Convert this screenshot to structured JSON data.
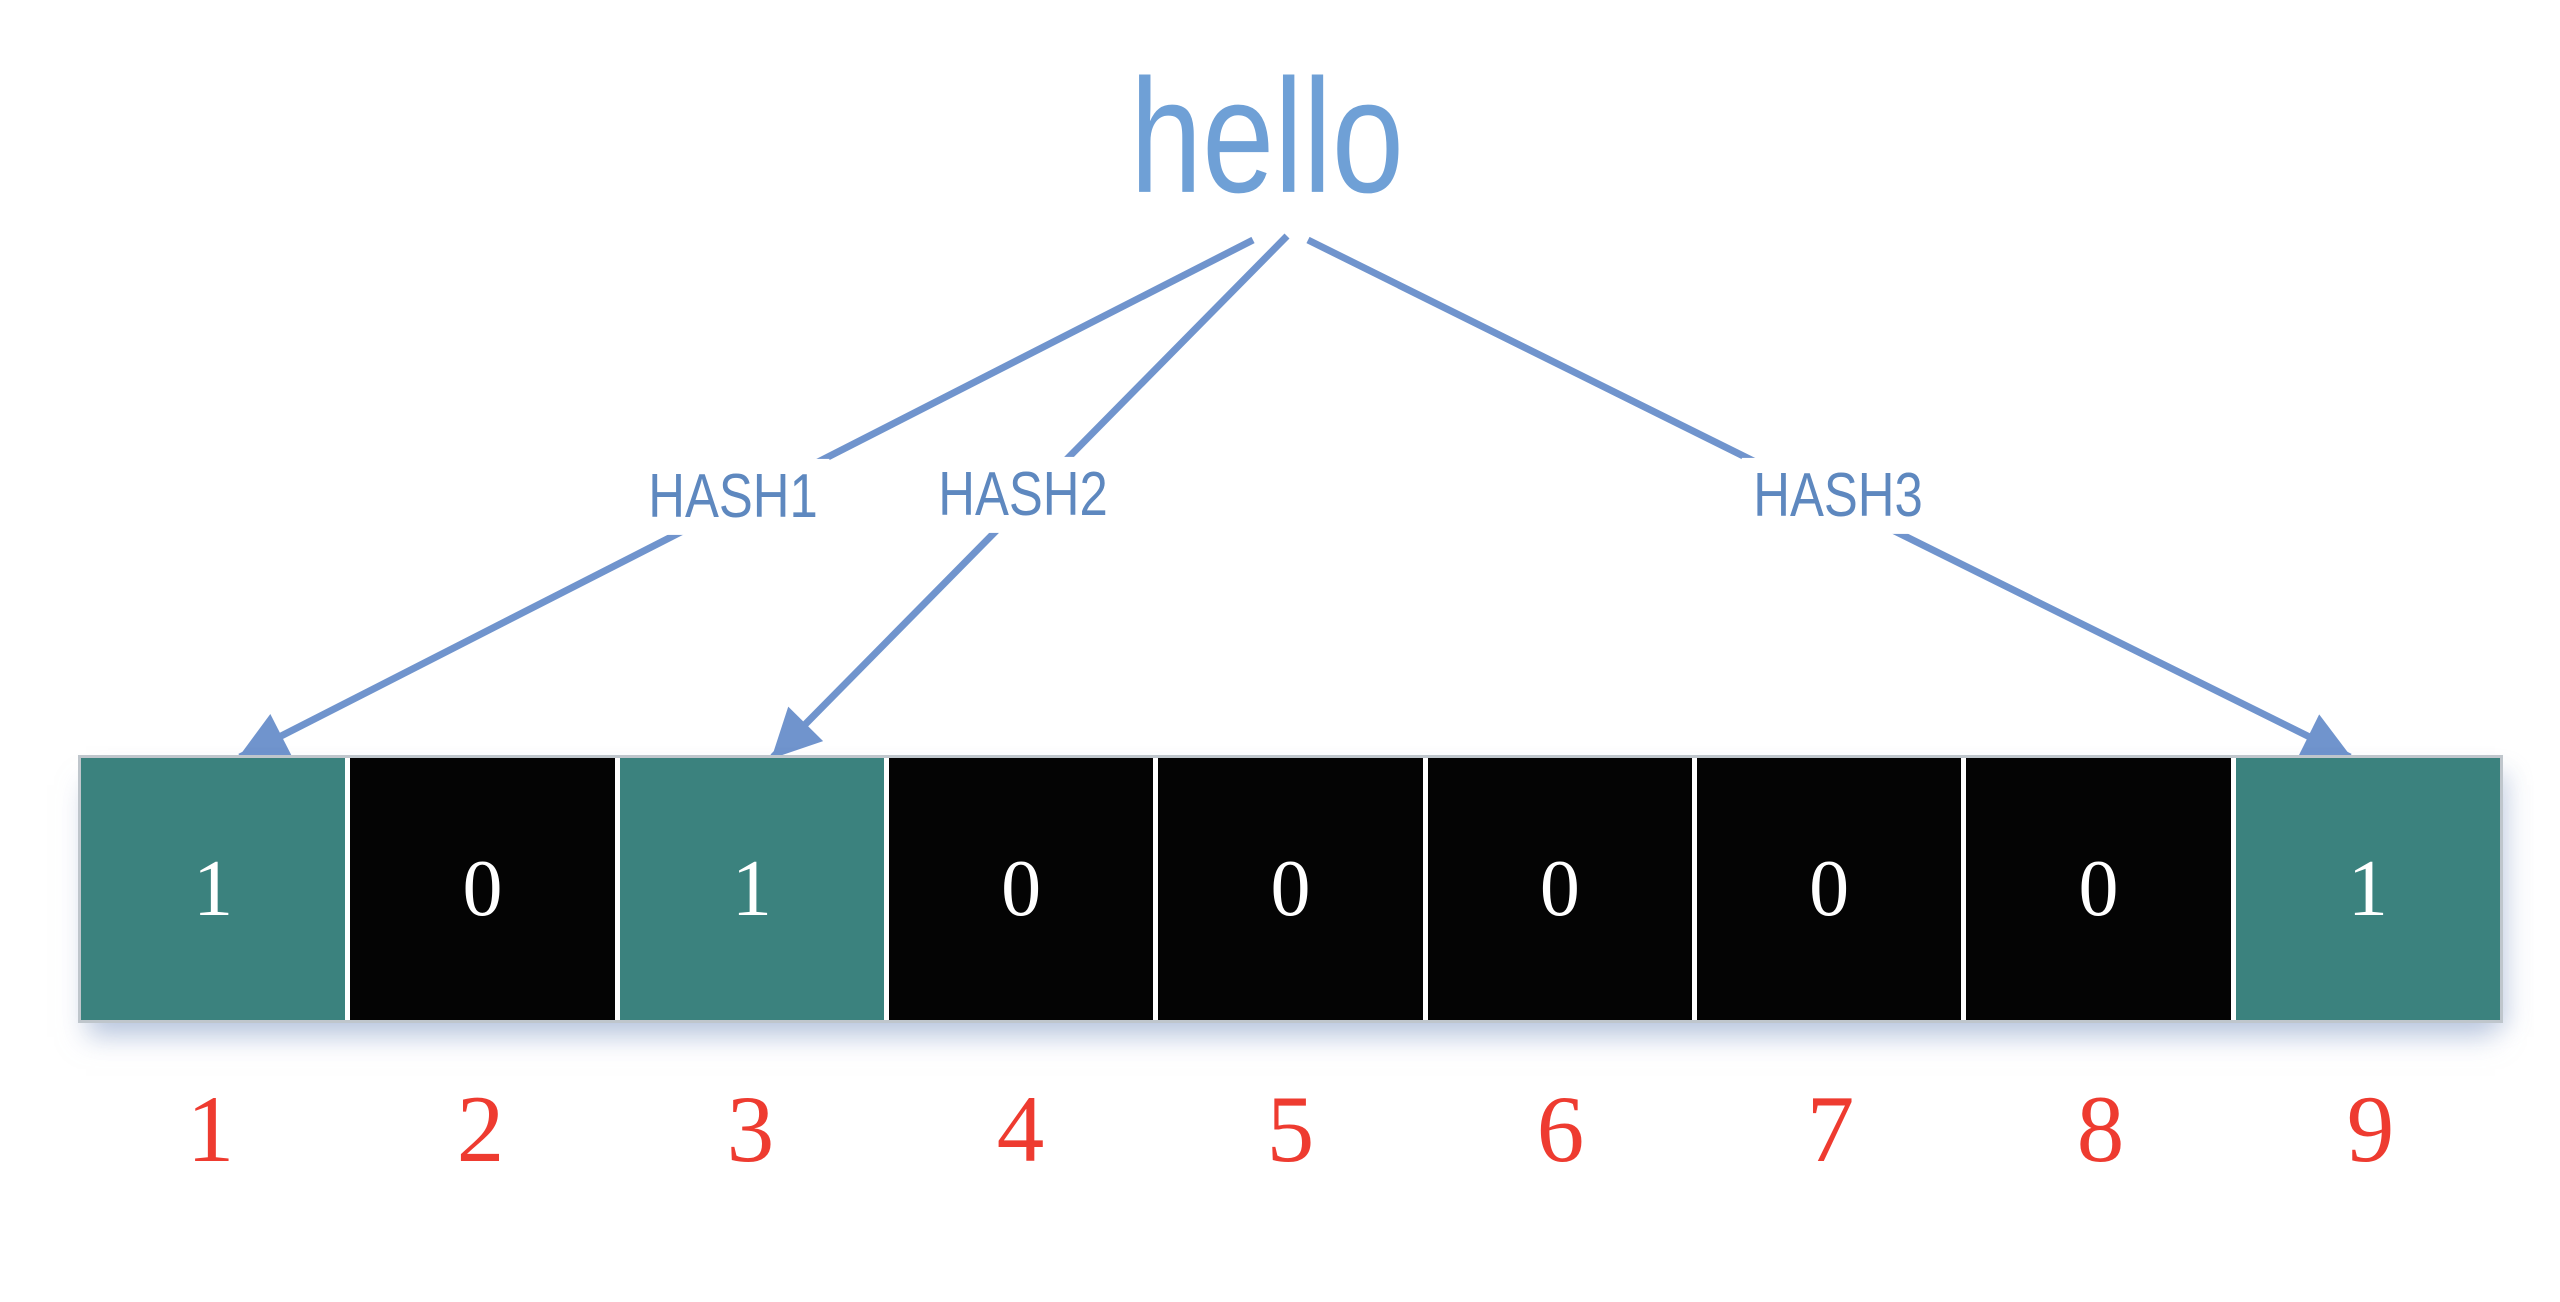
{
  "diagram": {
    "input_word": "hello",
    "hash_functions": [
      "HASH1",
      "HASH2",
      "HASH3"
    ],
    "arrows": [
      {
        "from": "HASH1",
        "to_index": 1
      },
      {
        "from": "HASH2",
        "to_index": 3
      },
      {
        "from": "HASH3",
        "to_index": 9
      }
    ],
    "bit_array": {
      "cells": [
        "1",
        "0",
        "1",
        "0",
        "0",
        "0",
        "0",
        "0",
        "1"
      ],
      "indices": [
        "1",
        "2",
        "3",
        "4",
        "5",
        "6",
        "7",
        "8",
        "9"
      ]
    }
  },
  "colors": {
    "arrow_blue": "#7094CD",
    "title_blue": "#6FA0D6",
    "hash_label_blue": "#5E88BF",
    "set_cell_teal": "#3B827E",
    "unset_cell_black": "#040404",
    "cell_digit_white": "#FFFFFF",
    "index_red": "#EE3B30"
  }
}
